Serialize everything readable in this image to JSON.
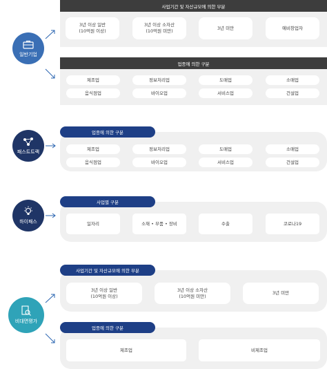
{
  "colors": {
    "dark_header": "#3d3d3d",
    "pill_header": "#1e3f86",
    "panel": "#f0f0f0",
    "arrow": "#2a64b0"
  },
  "general": {
    "label": "일반기업",
    "icon": "briefcase-icon",
    "section1": {
      "title": "사업기간 및 자산규모에 의한 부분",
      "items": [
        {
          "line1": "3년 이상 일반",
          "line2": "(10억원 이상)"
        },
        {
          "line1": "3년 이상 소자산",
          "line2": "(10억원 미만)"
        },
        {
          "line1": "3년 미만",
          "line2": ""
        },
        {
          "line1": "예비창업자",
          "line2": ""
        }
      ]
    },
    "section2": {
      "title": "업종에 의한 구분",
      "items": [
        "제조업",
        "정보처리업",
        "도매업",
        "소매업",
        "음식점업",
        "바이오업",
        "서비스업",
        "건설업"
      ]
    }
  },
  "fasttrack": {
    "label": "패스트트랙",
    "icon": "network-icon",
    "title": "업종에 의한 구분",
    "items": [
      "제조업",
      "정보처리업",
      "도매업",
      "소매업",
      "음식점업",
      "바이오업",
      "서비스업",
      "건설업"
    ]
  },
  "hipass": {
    "label": "하이패스",
    "icon": "lightbulb-icon",
    "title": "사업별 구분",
    "items": [
      "일자리",
      "소재 • 부품 • 장비",
      "수출",
      "코로나19"
    ]
  },
  "nonface": {
    "label": "비대면평가",
    "icon": "document-search-icon",
    "section1": {
      "title": "사업기간 및 자산규모에 의한 부분",
      "items": [
        {
          "line1": "3년 이상 일반",
          "line2": "(10억원 이상)"
        },
        {
          "line1": "3년 이상 소자산",
          "line2": "(10억원 미만)"
        },
        {
          "line1": "3년 미만",
          "line2": ""
        }
      ]
    },
    "section2": {
      "title": "업종에 의한 구분",
      "items": [
        "제조업",
        "비제조업"
      ]
    }
  }
}
